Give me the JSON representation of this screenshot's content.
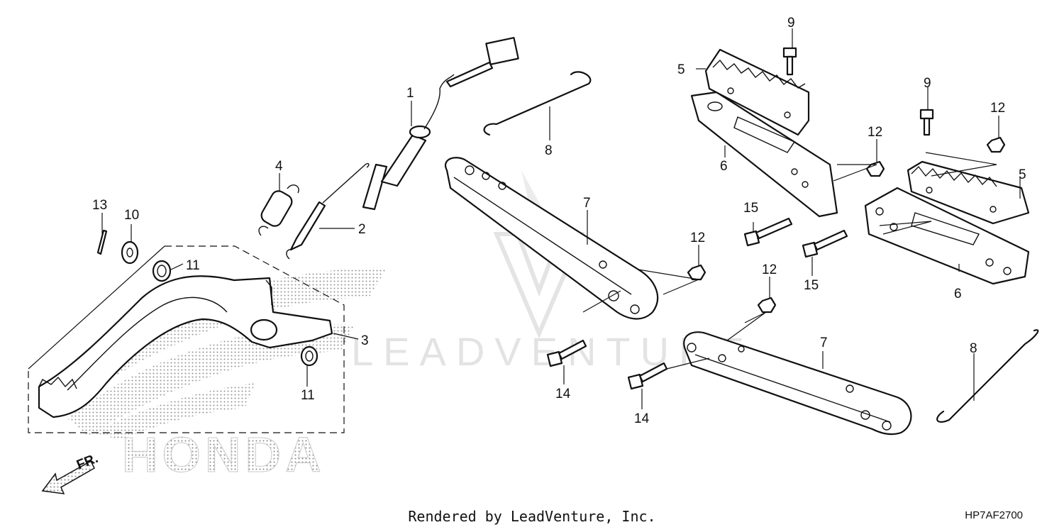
{
  "diagram": {
    "callouts": {
      "c1": "1",
      "c2": "2",
      "c3": "3",
      "c4": "4",
      "c5a": "5",
      "c5b": "5",
      "c6a": "6",
      "c6b": "6",
      "c7a": "7",
      "c7b": "7",
      "c8a": "8",
      "c8b": "8",
      "c9a": "9",
      "c9b": "9",
      "c10": "10",
      "c11a": "11",
      "c11b": "11",
      "c12a": "12",
      "c12b": "12",
      "c12c": "12",
      "c12d": "12",
      "c13": "13",
      "c14a": "14",
      "c14b": "14",
      "c15a": "15",
      "c15b": "15"
    },
    "front_label": "FR.",
    "watermark": "LEADVENTURE",
    "brand_logo_text": "HONDA"
  },
  "footer": {
    "credit": "Rendered by LeadVenture, Inc.",
    "code": "HP7AF2700"
  },
  "colors": {
    "line": "#111111",
    "watermark": "#d8d8d8",
    "brand_dots": "#9a9a9a"
  }
}
